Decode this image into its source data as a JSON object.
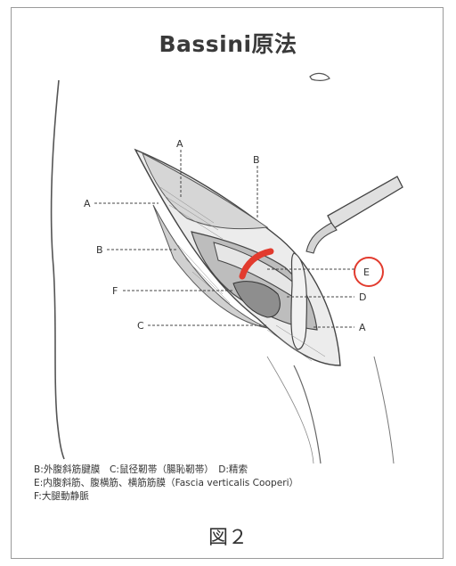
{
  "title": "Bassini原法",
  "labels": {
    "a_top": "A",
    "a_left": "A",
    "a_right": "A",
    "b_top": "B",
    "b_left": "B",
    "c": "C",
    "d": "D",
    "e": "E",
    "f": "F"
  },
  "legend": {
    "line1": "B:外腹斜筋腱膜　C:鼠径靭帯（腸恥靭帯）　D:精索",
    "line2": "E:内腹斜筋、腹横筋、横筋筋膜（Fascia verticalis Cooperi）",
    "line3": "F:大腿動静脈"
  },
  "figure_label": "図２",
  "colors": {
    "highlight_red": "#e23b2e",
    "ink": "#333333",
    "frame": "#9a9a9a"
  }
}
